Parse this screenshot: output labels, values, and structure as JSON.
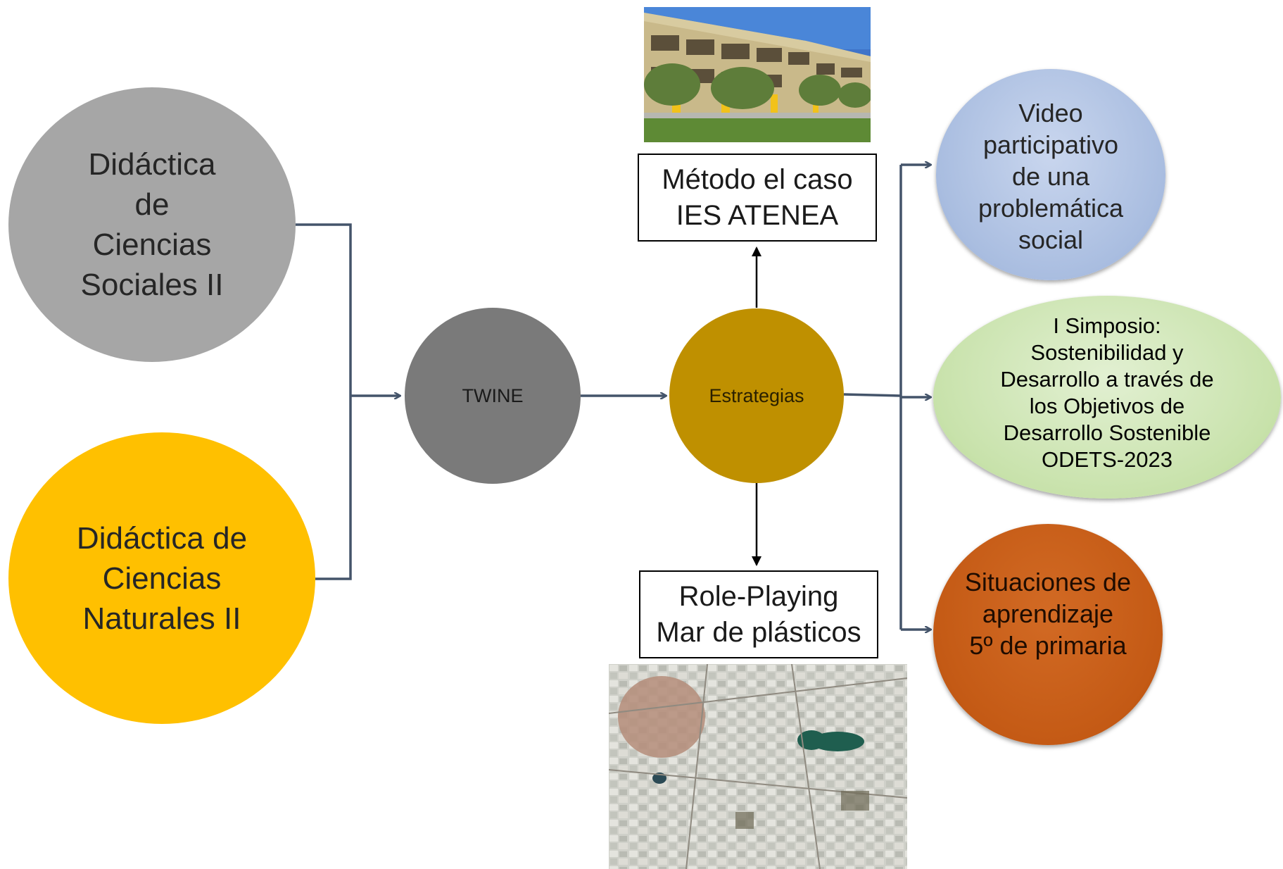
{
  "nodes": {
    "sociales": "Didáctica\nde\nCiencias\nSociales II",
    "naturales": "Didáctica de\nCiencias\nNaturales II",
    "twine": "TWINE",
    "estrategias": "Estrategias",
    "metodo": "Método el caso\nIES ATENEA",
    "role": "Role-Playing\nMar de plásticos",
    "video": "Video\nparticipativo\nde una\nproblemática\nsocial",
    "simposio": "I Simposio:\nSostenibilidad y\nDesarrollo a través de\nlos Objetivos de\nDesarrollo Sostenible\nODETS-2023",
    "situaciones": "Situaciones de\naprendizaje\n5º de primaria"
  },
  "colors": {
    "sociales": "#a6a6a6",
    "naturales": "#ffc000",
    "twine": "#7a7a7a",
    "estrategias": "#bf9000",
    "video": "#a9bde0",
    "simposio": "#c8e2ab",
    "situaciones": "#c45a15",
    "connector": "#44546a"
  },
  "images": {
    "school": "school-building-photo",
    "aerial": "greenhouse-aerial-photo"
  }
}
